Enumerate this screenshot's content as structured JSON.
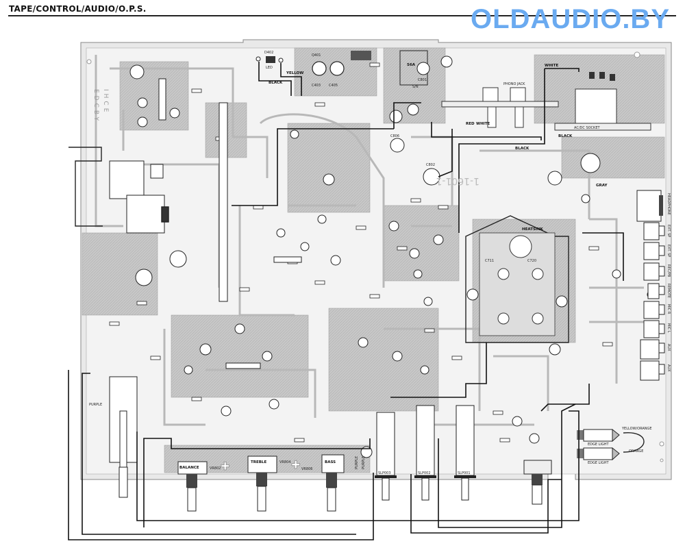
{
  "header": {
    "title": "TAPE/CONTROL/AUDIO/O.P.S.",
    "watermark": "OLDAUDIO.BY"
  },
  "board": {
    "pcb_number": "1-1601-1",
    "heatsink_label": "HEATSINK",
    "phono_jack_label": "PHONO JACK",
    "ac_socket_label": "AC/DC SOCKET",
    "led_label": "LED",
    "led_ref": "D402",
    "wire_labels": [
      "YELLOW",
      "BLACK",
      "WHITE",
      "RED",
      "GRAY",
      "BLACK",
      "WHITE",
      "BLACK"
    ],
    "jacks": [
      "HEADPHONE",
      "EXT. SP",
      "EXT. SP",
      "REC/PB",
      "REMOTE",
      "MIC R",
      "MIC L",
      "AUX",
      "AUX"
    ],
    "controls": [
      {
        "ref": "VR802",
        "name": "BALANCE"
      },
      {
        "ref": "VR804",
        "name": "TREBLE"
      },
      {
        "ref": "VR806",
        "name": "BASS"
      }
    ],
    "slide_switches": [
      "SLP003",
      "SLP002",
      "SLP001"
    ],
    "lights": [
      "EDGE LIGHT",
      "EDGE LIGHT"
    ],
    "light_wires": [
      "YELLOW/ORANGE",
      "ORANGE"
    ],
    "misc_labels": [
      "PURPLE",
      "PURPLE",
      "PURPLE",
      "S/N",
      "S6A",
      "Q401",
      "C403",
      "C405",
      "C806",
      "C802",
      "C801",
      "C711",
      "C720"
    ],
    "side_text": [
      "EDCBY",
      "IHCE"
    ]
  }
}
